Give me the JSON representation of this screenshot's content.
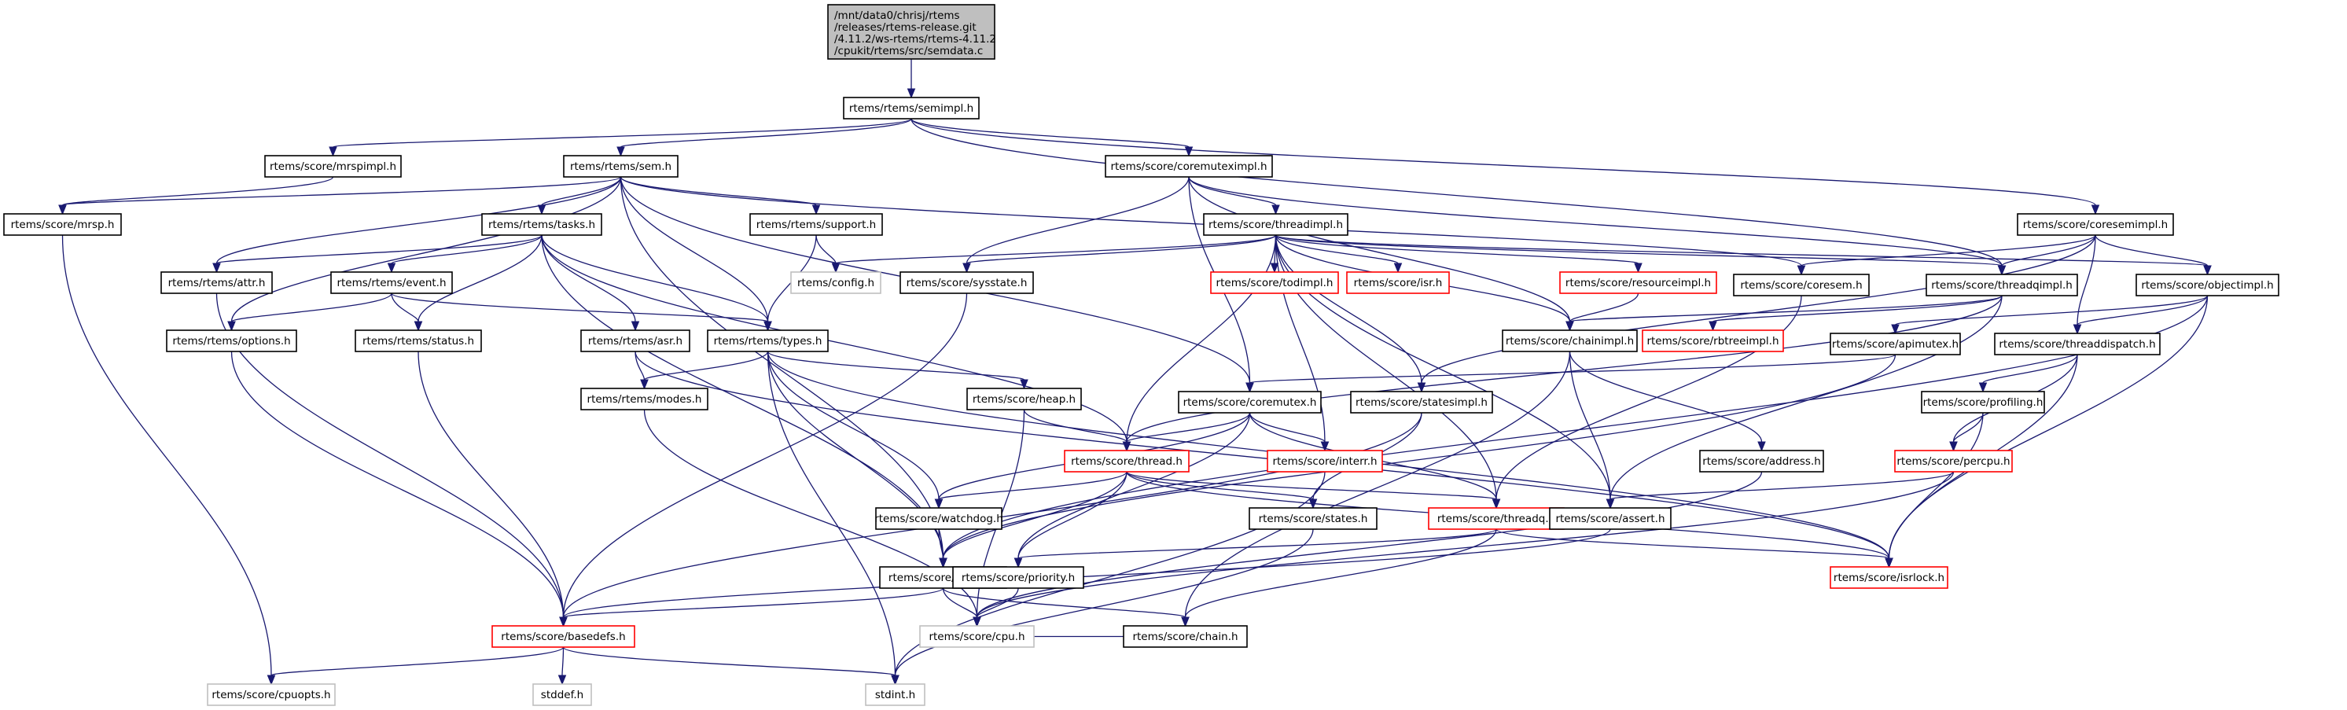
{
  "diagram": {
    "type": "include-dependency-graph",
    "root": {
      "id": "root",
      "label_lines": [
        "/mnt/data0/chrisj/rtems",
        "/releases/rtems-release.git",
        "/4.11.2/ws-rtems/rtems-4.11.2",
        "/cpukit/rtems/src/semdata.c"
      ],
      "style": "root"
    },
    "colors": {
      "edge": "#191970",
      "root_fill": "#bfbfbf",
      "normal_border": "#000000",
      "truncated_border": "#ff0000",
      "external_border": "#bfbfbf",
      "external_text": "#000000"
    },
    "nodes": [
      {
        "id": "semimpl",
        "label": "rtems/rtems/semimpl.h",
        "style": "normal"
      },
      {
        "id": "mrspimpl",
        "label": "rtems/score/mrspimpl.h",
        "style": "normal"
      },
      {
        "id": "sem",
        "label": "rtems/rtems/sem.h",
        "style": "normal"
      },
      {
        "id": "coremuteximpl",
        "label": "rtems/score/coremuteximpl.h",
        "style": "normal"
      },
      {
        "id": "mrsp",
        "label": "rtems/score/mrsp.h",
        "style": "normal"
      },
      {
        "id": "tasks",
        "label": "rtems/rtems/tasks.h",
        "style": "normal"
      },
      {
        "id": "support",
        "label": "rtems/rtems/support.h",
        "style": "normal"
      },
      {
        "id": "threadimpl",
        "label": "rtems/score/threadimpl.h",
        "style": "normal"
      },
      {
        "id": "coresemimpl",
        "label": "rtems/score/coresemimpl.h",
        "style": "normal"
      },
      {
        "id": "attr",
        "label": "rtems/rtems/attr.h",
        "style": "normal"
      },
      {
        "id": "event",
        "label": "rtems/rtems/event.h",
        "style": "normal"
      },
      {
        "id": "config",
        "label": "rtems/config.h",
        "style": "external"
      },
      {
        "id": "sysstate",
        "label": "rtems/score/sysstate.h",
        "style": "normal"
      },
      {
        "id": "todimpl",
        "label": "rtems/score/todimpl.h",
        "style": "truncated"
      },
      {
        "id": "isr",
        "label": "rtems/score/isr.h",
        "style": "truncated"
      },
      {
        "id": "resourceimpl",
        "label": "rtems/score/resourceimpl.h",
        "style": "truncated"
      },
      {
        "id": "coresem",
        "label": "rtems/score/coresem.h",
        "style": "normal"
      },
      {
        "id": "threadqimpl",
        "label": "rtems/score/threadqimpl.h",
        "style": "normal"
      },
      {
        "id": "objectimpl",
        "label": "rtems/score/objectimpl.h",
        "style": "normal"
      },
      {
        "id": "options",
        "label": "rtems/rtems/options.h",
        "style": "normal"
      },
      {
        "id": "status",
        "label": "rtems/rtems/status.h",
        "style": "normal"
      },
      {
        "id": "asr",
        "label": "rtems/rtems/asr.h",
        "style": "normal"
      },
      {
        "id": "types",
        "label": "rtems/rtems/types.h",
        "style": "normal"
      },
      {
        "id": "chainimpl",
        "label": "rtems/score/chainimpl.h",
        "style": "normal"
      },
      {
        "id": "rbtreeimpl",
        "label": "rtems/score/rbtreeimpl.h",
        "style": "truncated"
      },
      {
        "id": "apimutex",
        "label": "rtems/score/apimutex.h",
        "style": "normal"
      },
      {
        "id": "threaddispatch",
        "label": "rtems/score/threaddispatch.h",
        "style": "normal"
      },
      {
        "id": "modes",
        "label": "rtems/rtems/modes.h",
        "style": "normal"
      },
      {
        "id": "heap",
        "label": "rtems/score/heap.h",
        "style": "normal"
      },
      {
        "id": "coremutex",
        "label": "rtems/score/coremutex.h",
        "style": "normal"
      },
      {
        "id": "statesimpl",
        "label": "rtems/score/statesimpl.h",
        "style": "normal"
      },
      {
        "id": "profiling",
        "label": "rtems/score/profiling.h",
        "style": "normal"
      },
      {
        "id": "thread",
        "label": "rtems/score/thread.h",
        "style": "truncated"
      },
      {
        "id": "interr",
        "label": "rtems/score/interr.h",
        "style": "truncated"
      },
      {
        "id": "address",
        "label": "rtems/score/address.h",
        "style": "normal"
      },
      {
        "id": "percpu",
        "label": "rtems/score/percpu.h",
        "style": "truncated"
      },
      {
        "id": "watchdog",
        "label": "rtems/score/watchdog.h",
        "style": "normal"
      },
      {
        "id": "states",
        "label": "rtems/score/states.h",
        "style": "normal"
      },
      {
        "id": "threadq",
        "label": "rtems/score/threadq.h",
        "style": "truncated"
      },
      {
        "id": "assert",
        "label": "rtems/score/assert.h",
        "style": "normal"
      },
      {
        "id": "object",
        "label": "rtems/score/object.h",
        "style": "normal"
      },
      {
        "id": "priority",
        "label": "rtems/score/priority.h",
        "style": "normal"
      },
      {
        "id": "isrlock",
        "label": "rtems/score/isrlock.h",
        "style": "truncated"
      },
      {
        "id": "basedefs",
        "label": "rtems/score/basedefs.h",
        "style": "truncated"
      },
      {
        "id": "cpu",
        "label": "rtems/score/cpu.h",
        "style": "external"
      },
      {
        "id": "chain",
        "label": "rtems/score/chain.h",
        "style": "normal"
      },
      {
        "id": "cpuopts",
        "label": "rtems/score/cpuopts.h",
        "style": "external"
      },
      {
        "id": "stddef",
        "label": "stddef.h",
        "style": "external"
      },
      {
        "id": "stdint",
        "label": "stdint.h",
        "style": "external"
      }
    ],
    "edges": [
      [
        "root",
        "semimpl"
      ],
      [
        "semimpl",
        "mrspimpl"
      ],
      [
        "semimpl",
        "sem"
      ],
      [
        "semimpl",
        "coremuteximpl"
      ],
      [
        "semimpl",
        "coresemimpl"
      ],
      [
        "semimpl",
        "threadqimpl"
      ],
      [
        "mrspimpl",
        "mrsp"
      ],
      [
        "sem",
        "mrsp"
      ],
      [
        "sem",
        "tasks"
      ],
      [
        "sem",
        "support"
      ],
      [
        "sem",
        "attr"
      ],
      [
        "sem",
        "options"
      ],
      [
        "sem",
        "types"
      ],
      [
        "sem",
        "coremutex"
      ],
      [
        "sem",
        "coresem"
      ],
      [
        "sem",
        "object"
      ],
      [
        "coremuteximpl",
        "threadimpl"
      ],
      [
        "coremuteximpl",
        "sysstate"
      ],
      [
        "coremuteximpl",
        "coremutex"
      ],
      [
        "coremuteximpl",
        "threadqimpl"
      ],
      [
        "coremuteximpl",
        "chainimpl"
      ],
      [
        "mrsp",
        "cpuopts"
      ],
      [
        "tasks",
        "attr"
      ],
      [
        "tasks",
        "event"
      ],
      [
        "tasks",
        "status"
      ],
      [
        "tasks",
        "asr"
      ],
      [
        "tasks",
        "types"
      ],
      [
        "tasks",
        "thread"
      ],
      [
        "tasks",
        "object"
      ],
      [
        "support",
        "config"
      ],
      [
        "support",
        "types"
      ],
      [
        "threadimpl",
        "config"
      ],
      [
        "threadimpl",
        "sysstate"
      ],
      [
        "threadimpl",
        "todimpl"
      ],
      [
        "threadimpl",
        "isr"
      ],
      [
        "threadimpl",
        "resourceimpl"
      ],
      [
        "threadimpl",
        "chainimpl"
      ],
      [
        "threadimpl",
        "thread"
      ],
      [
        "threadimpl",
        "interr"
      ],
      [
        "threadimpl",
        "statesimpl"
      ],
      [
        "threadimpl",
        "threadqimpl"
      ],
      [
        "threadimpl",
        "objectimpl"
      ],
      [
        "threadimpl",
        "assert"
      ],
      [
        "threadimpl",
        "threadq"
      ],
      [
        "coresemimpl",
        "coresem"
      ],
      [
        "coresemimpl",
        "threadqimpl"
      ],
      [
        "coresemimpl",
        "objectimpl"
      ],
      [
        "coresemimpl",
        "threaddispatch"
      ],
      [
        "coresemimpl",
        "statesimpl"
      ],
      [
        "attr",
        "basedefs"
      ],
      [
        "event",
        "options"
      ],
      [
        "event",
        "status"
      ],
      [
        "event",
        "types"
      ],
      [
        "sysstate",
        "basedefs"
      ],
      [
        "resourceimpl",
        "chainimpl"
      ],
      [
        "coresem",
        "threadq"
      ],
      [
        "threadqimpl",
        "chainimpl"
      ],
      [
        "threadqimpl",
        "rbtreeimpl"
      ],
      [
        "threadqimpl",
        "thread"
      ],
      [
        "threadqimpl",
        "assert"
      ],
      [
        "objectimpl",
        "apimutex"
      ],
      [
        "objectimpl",
        "threaddispatch"
      ],
      [
        "objectimpl",
        "isrlock"
      ],
      [
        "objectimpl",
        "object"
      ],
      [
        "options",
        "basedefs"
      ],
      [
        "status",
        "basedefs"
      ],
      [
        "asr",
        "modes"
      ],
      [
        "asr",
        "isrlock"
      ],
      [
        "types",
        "modes"
      ],
      [
        "types",
        "heap"
      ],
      [
        "types",
        "watchdog"
      ],
      [
        "types",
        "object"
      ],
      [
        "types",
        "stdint"
      ],
      [
        "types",
        "isrlock"
      ],
      [
        "chainimpl",
        "address"
      ],
      [
        "chainimpl",
        "assert"
      ],
      [
        "chainimpl",
        "chain"
      ],
      [
        "apimutex",
        "coremutex"
      ],
      [
        "apimutex",
        "object"
      ],
      [
        "threaddispatch",
        "profiling"
      ],
      [
        "threaddispatch",
        "percpu"
      ],
      [
        "threaddispatch",
        "isrlock"
      ],
      [
        "modes",
        "cpu"
      ],
      [
        "heap",
        "thread"
      ],
      [
        "heap",
        "cpu"
      ],
      [
        "coremutex",
        "thread"
      ],
      [
        "coremutex",
        "interr"
      ],
      [
        "coremutex",
        "watchdog"
      ],
      [
        "coremutex",
        "threadq"
      ],
      [
        "coremutex",
        "priority"
      ],
      [
        "statesimpl",
        "states"
      ],
      [
        "statesimpl",
        "basedefs"
      ],
      [
        "profiling",
        "percpu"
      ],
      [
        "profiling",
        "isrlock"
      ],
      [
        "thread",
        "watchdog"
      ],
      [
        "thread",
        "states"
      ],
      [
        "thread",
        "threadq"
      ],
      [
        "thread",
        "object"
      ],
      [
        "thread",
        "priority"
      ],
      [
        "thread",
        "isrlock"
      ],
      [
        "interr",
        "stdint"
      ],
      [
        "address",
        "cpu"
      ],
      [
        "percpu",
        "assert"
      ],
      [
        "percpu",
        "cpu"
      ],
      [
        "watchdog",
        "object"
      ],
      [
        "states",
        "stdint"
      ],
      [
        "threadq",
        "chain"
      ],
      [
        "threadq",
        "priority"
      ],
      [
        "threadq",
        "isrlock"
      ],
      [
        "assert",
        "basedefs"
      ],
      [
        "object",
        "basedefs"
      ],
      [
        "object",
        "cpu"
      ],
      [
        "object",
        "chain"
      ],
      [
        "priority",
        "cpu"
      ],
      [
        "basedefs",
        "cpuopts"
      ],
      [
        "basedefs",
        "stddef"
      ],
      [
        "basedefs",
        "stdint"
      ],
      [
        "chain",
        "cpu"
      ]
    ]
  }
}
